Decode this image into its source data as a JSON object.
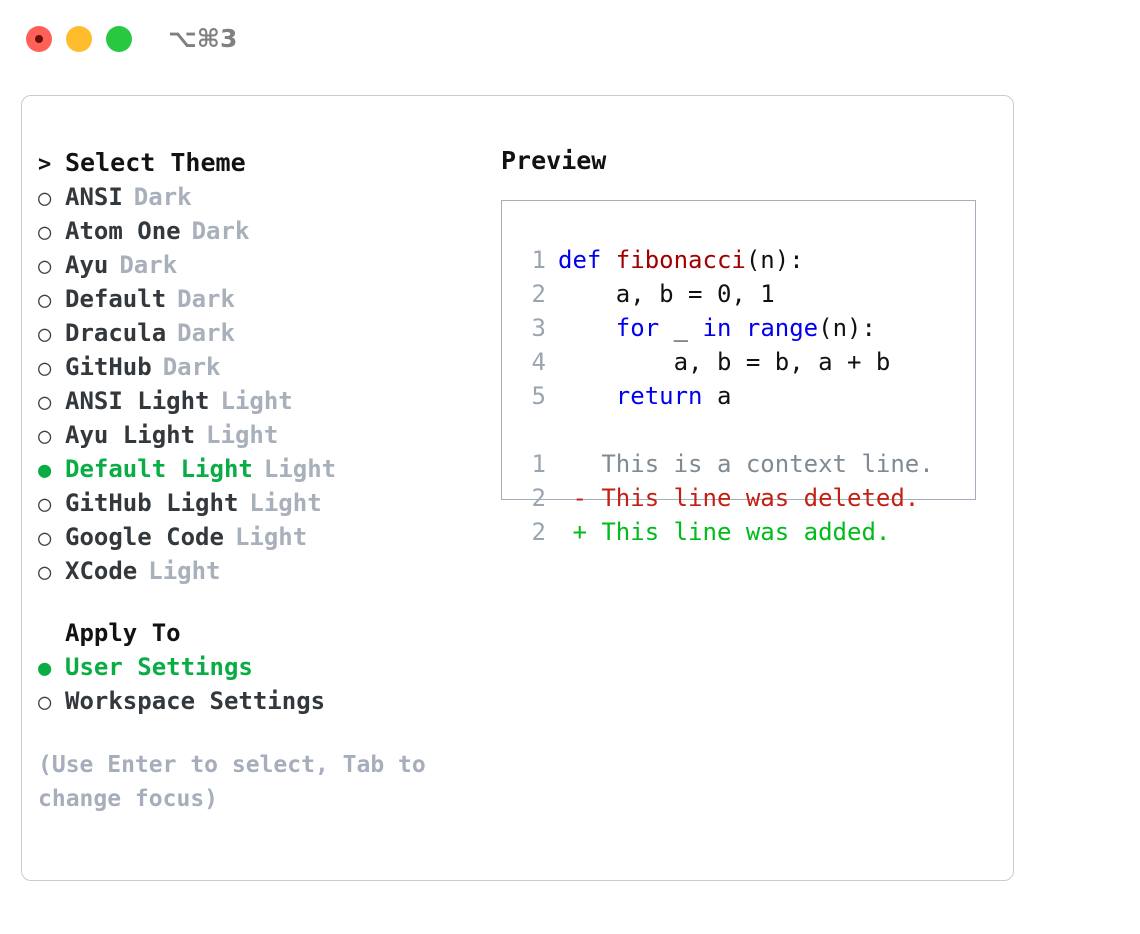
{
  "window": {
    "shortcut": "⌥⌘3",
    "traffic_lights": [
      {
        "name": "close",
        "color": "#ff6058"
      },
      {
        "name": "minimize",
        "color": "#ffbd2e"
      },
      {
        "name": "maximize",
        "color": "#28c840"
      }
    ]
  },
  "colors": {
    "selected_green": "#0aad45",
    "muted_gray": "#a8b0bb",
    "hint_gray": "#a6adbb",
    "panel_border": "#c9ccd4",
    "preview_border": "#a3aebc",
    "keyword_blue": "#0000ee",
    "function_red": "#a00000",
    "diff_delete": "#c41f12",
    "diff_add": "#00bb1a",
    "line_number": "#9aa5b1"
  },
  "theme_list": {
    "header": "Select Theme",
    "header_marker": ">",
    "marker_selected": "●",
    "marker_unselected": "○",
    "items": [
      {
        "name": "ANSI",
        "kind": "Dark",
        "selected": false
      },
      {
        "name": "Atom One",
        "kind": "Dark",
        "selected": false
      },
      {
        "name": "Ayu",
        "kind": "Dark",
        "selected": false
      },
      {
        "name": "Default",
        "kind": "Dark",
        "selected": false
      },
      {
        "name": "Dracula",
        "kind": "Dark",
        "selected": false
      },
      {
        "name": "GitHub",
        "kind": "Dark",
        "selected": false
      },
      {
        "name": "ANSI Light",
        "kind": "Light",
        "selected": false
      },
      {
        "name": "Ayu Light",
        "kind": "Light",
        "selected": false
      },
      {
        "name": "Default Light",
        "kind": "Light",
        "selected": true
      },
      {
        "name": "GitHub Light",
        "kind": "Light",
        "selected": false
      },
      {
        "name": "Google Code",
        "kind": "Light",
        "selected": false
      },
      {
        "name": "XCode",
        "kind": "Light",
        "selected": false
      }
    ]
  },
  "apply_to": {
    "header": "Apply To",
    "options": [
      {
        "label": "User Settings",
        "selected": true
      },
      {
        "label": "Workspace Settings",
        "selected": false
      }
    ]
  },
  "hint": "(Use Enter to select, Tab to change focus)",
  "preview": {
    "title": "Preview",
    "code_lines": [
      {
        "number": "1",
        "tokens": [
          {
            "text": "def ",
            "style": "kw"
          },
          {
            "text": "fibonacci",
            "style": "fn"
          },
          {
            "text": "(n):",
            "style": "plain"
          }
        ]
      },
      {
        "number": "2",
        "tokens": [
          {
            "text": "    a, b = 0, 1",
            "style": "plain"
          }
        ]
      },
      {
        "number": "3",
        "tokens": [
          {
            "text": "    ",
            "style": "plain"
          },
          {
            "text": "for",
            "style": "kw"
          },
          {
            "text": " _ ",
            "style": "plain"
          },
          {
            "text": "in",
            "style": "kw"
          },
          {
            "text": " ",
            "style": "plain"
          },
          {
            "text": "range",
            "style": "kw"
          },
          {
            "text": "(n):",
            "style": "plain"
          }
        ]
      },
      {
        "number": "4",
        "tokens": [
          {
            "text": "        a, b = b, a + b",
            "style": "plain"
          }
        ]
      },
      {
        "number": "5",
        "tokens": [
          {
            "text": "    ",
            "style": "plain"
          },
          {
            "text": "return",
            "style": "kw"
          },
          {
            "text": " a",
            "style": "plain"
          }
        ]
      }
    ],
    "diff_lines": [
      {
        "number": "1",
        "sign": " ",
        "text": "This is a context line.",
        "style": "ctx"
      },
      {
        "number": "2",
        "sign": "-",
        "text": "This line was deleted.",
        "style": "del"
      },
      {
        "number": "2",
        "sign": "+",
        "text": "This line was added.",
        "style": "add"
      }
    ]
  }
}
